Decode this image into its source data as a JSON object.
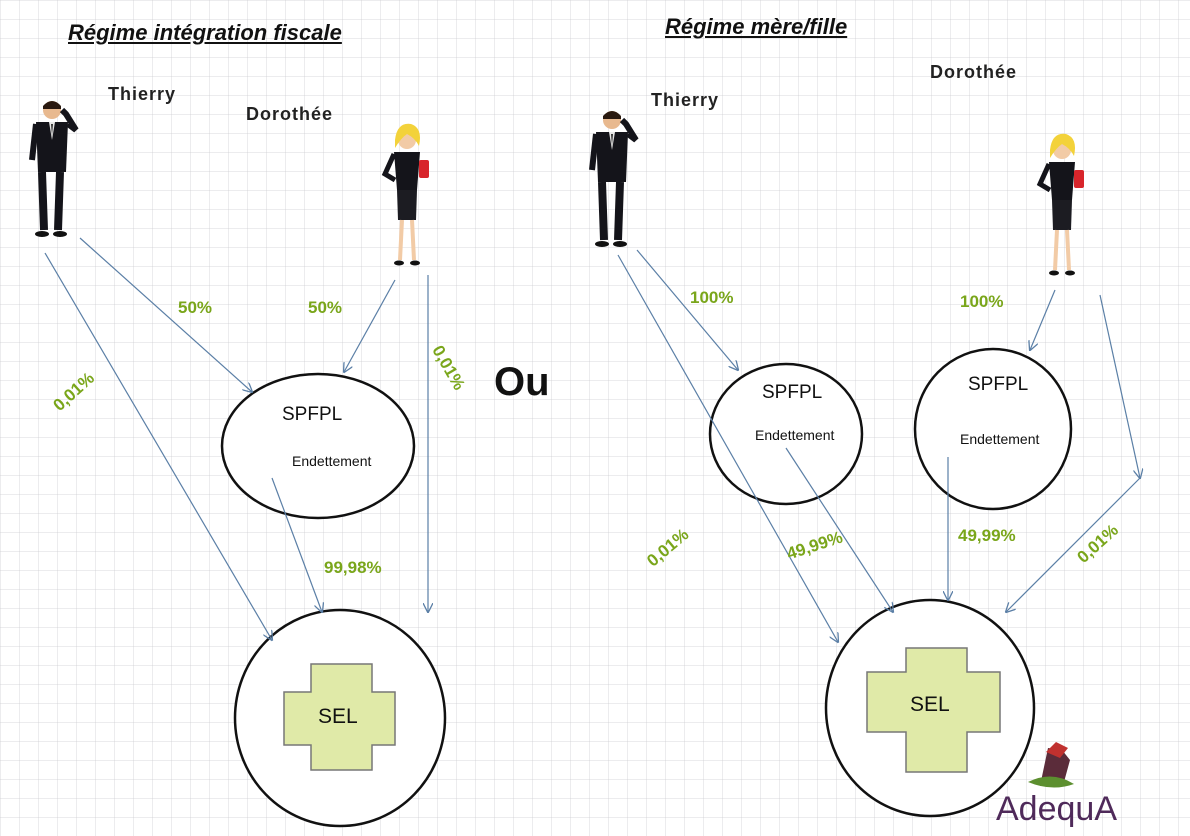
{
  "titles": {
    "left": "Régime intégration fiscale",
    "right": "Régime mère/fille",
    "separator": "Ou"
  },
  "people": {
    "left_thierry": "Thierry",
    "left_dorothee": "Dorothée",
    "right_thierry": "Thierry",
    "right_dorothee": "Dorothée"
  },
  "nodes": {
    "left_spfpl": {
      "name": "SPFPL",
      "sub": "Endettement"
    },
    "left_sel": "SEL",
    "right_spfpl_1": {
      "name": "SPFPL",
      "sub": "Endettement"
    },
    "right_spfpl_2": {
      "name": "SPFPL",
      "sub": "Endettement"
    },
    "right_sel": "SEL"
  },
  "percentages": {
    "left_thierry_spfpl": "50%",
    "left_dorothee_spfpl": "50%",
    "left_thierry_sel": "0,01%",
    "left_dorothee_sel": "0,01%",
    "left_spfpl_sel": "99,98%",
    "right_thierry_spfpl": "100%",
    "right_dorothee_spfpl": "100%",
    "right_thierry_sel": "0,01%",
    "right_spfpl1_sel": "49,99%",
    "right_spfpl2_sel": "49,99%",
    "right_dorothee_sel": "0,01%"
  },
  "logo": {
    "text": "AdequA"
  },
  "colors": {
    "percent": "#7aa61b",
    "cross": "#e0eaa8",
    "arrow": "#5b7fa6"
  }
}
